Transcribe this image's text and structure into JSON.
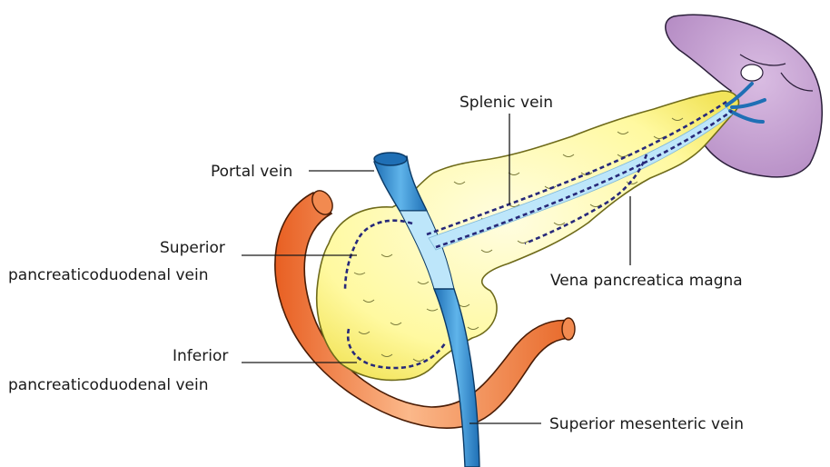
{
  "labels": {
    "splenic_vein": "Splenic vein",
    "portal_vein": "Portal vein",
    "superior_pd_line1": "Superior",
    "superior_pd_line2": "pancreaticoduodenal vein",
    "vena_pancreatica_magna": "Vena pancreatica magna",
    "inferior_pd_line1": "Inferior",
    "inferior_pd_line2": "pancreaticoduodenal vein",
    "superior_mesenteric_vein": "Superior mesenteric vein"
  },
  "colors": {
    "pancreas_fill": "#fff9a0",
    "pancreas_highlight": "#fffde0",
    "duodenum_fill": "#f07a3a",
    "duodenum_light": "#fbb88a",
    "spleen_fill": "#c9a3d4",
    "vein_fill": "#3b95d6",
    "vein_light": "#a9dcf5",
    "dashed_vessel": "#27297a"
  }
}
